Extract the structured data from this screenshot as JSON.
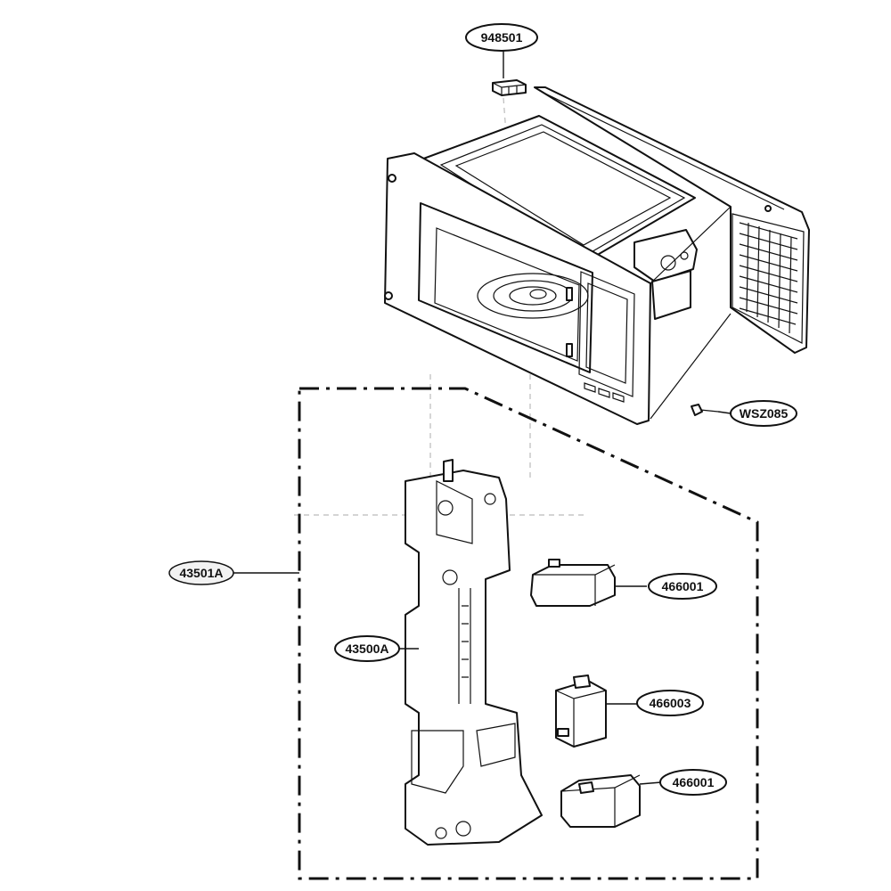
{
  "callouts": {
    "c948501": "948501",
    "cWSZ085": "WSZ085",
    "c43501A": "43501A",
    "c43500A": "43500A",
    "c466001a": "466001",
    "c466003": "466003",
    "c466001b": "466001"
  }
}
